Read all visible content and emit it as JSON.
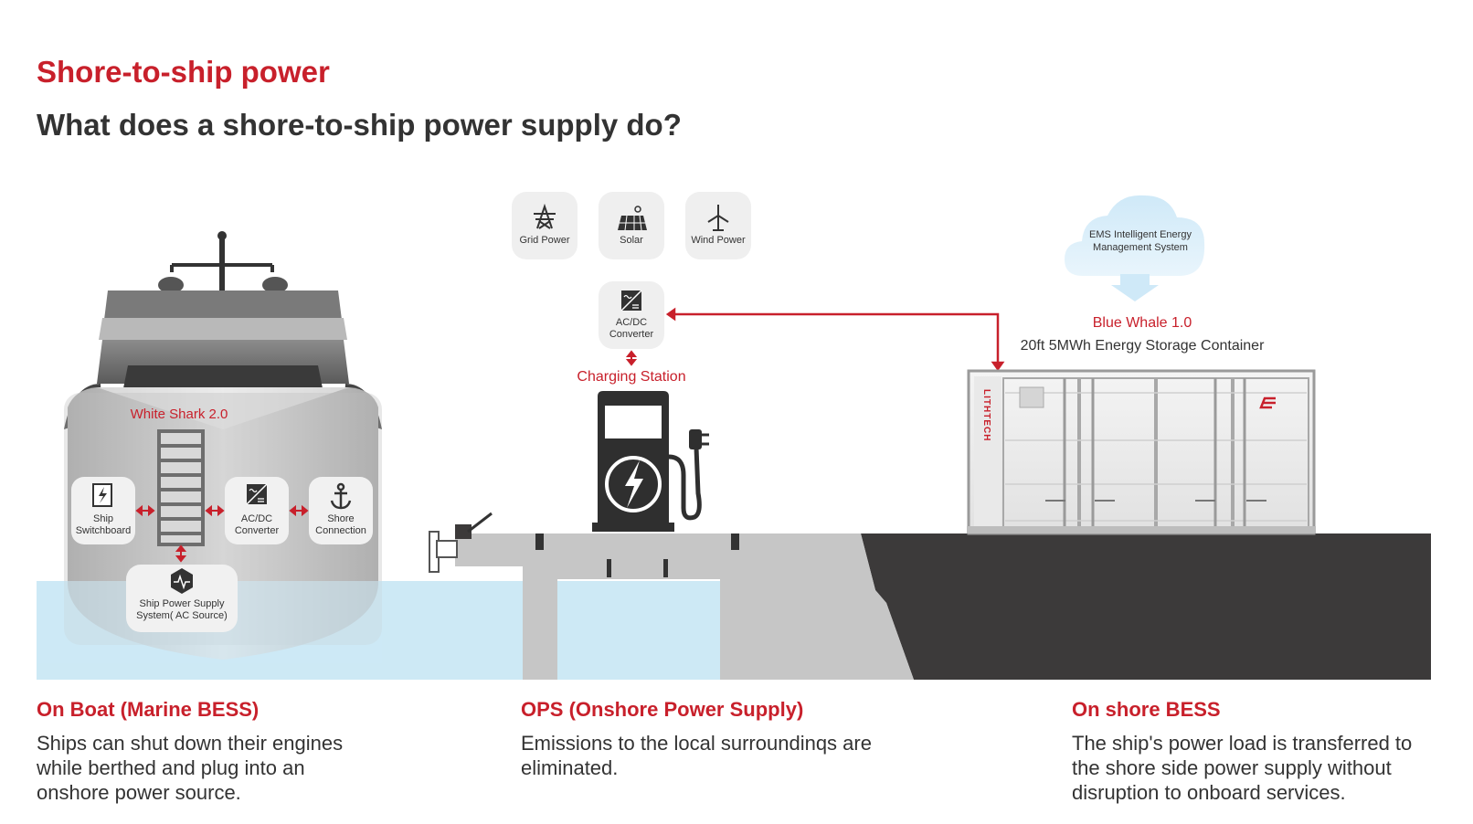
{
  "page": {
    "title": "Shore-to-ship power",
    "subtitle": "What does a shore-to-ship power supply do?"
  },
  "colors": {
    "accent": "#c8202b",
    "text": "#333333",
    "water": "#cde9f5",
    "dock": "#c6c6c6",
    "land": "#3c3a3a"
  },
  "boat": {
    "product_label": "White Shark 2.0",
    "nodes": [
      {
        "icon": "switchboard-icon",
        "lines": [
          "Ship",
          "Switchboard"
        ]
      },
      {
        "icon": "converter-icon",
        "lines": [
          "AC/DC",
          "Converter"
        ]
      },
      {
        "icon": "anchor-icon",
        "lines": [
          "Shore",
          "Connection"
        ]
      }
    ],
    "supply_node": {
      "icon": "waveform-icon",
      "lines": [
        "Ship Power Supply",
        "System( AC Source)"
      ]
    }
  },
  "sources": [
    {
      "icon": "grid-tower-icon",
      "label": "Grid Power"
    },
    {
      "icon": "solar-panel-icon",
      "label": "Solar"
    },
    {
      "icon": "wind-turbine-icon",
      "label": "Wind Power"
    }
  ],
  "station": {
    "converter_lines": [
      "AC/DC",
      "Converter"
    ],
    "label": "Charging Station"
  },
  "ems": {
    "lines": [
      "EMS Intelligent Energy",
      "Management System"
    ]
  },
  "container": {
    "product_label": "Blue Whale 1.0",
    "description": "20ft 5MWh Energy Storage Container",
    "brand": "LITHTECH"
  },
  "sections": [
    {
      "heading": "On Boat (Marine BESS)",
      "body": [
        "Ships can shut down their engines",
        "while berthed and plug into an",
        "onshore power source."
      ]
    },
    {
      "heading": "OPS (Onshore Power Supply)",
      "body": [
        "Emissions to the local surroundinqs are",
        "eliminated."
      ]
    },
    {
      "heading": "On shore BESS",
      "body": [
        "The ship's power load is transferred to",
        "the shore side power supply without",
        "disruption to onboard services."
      ]
    }
  ]
}
